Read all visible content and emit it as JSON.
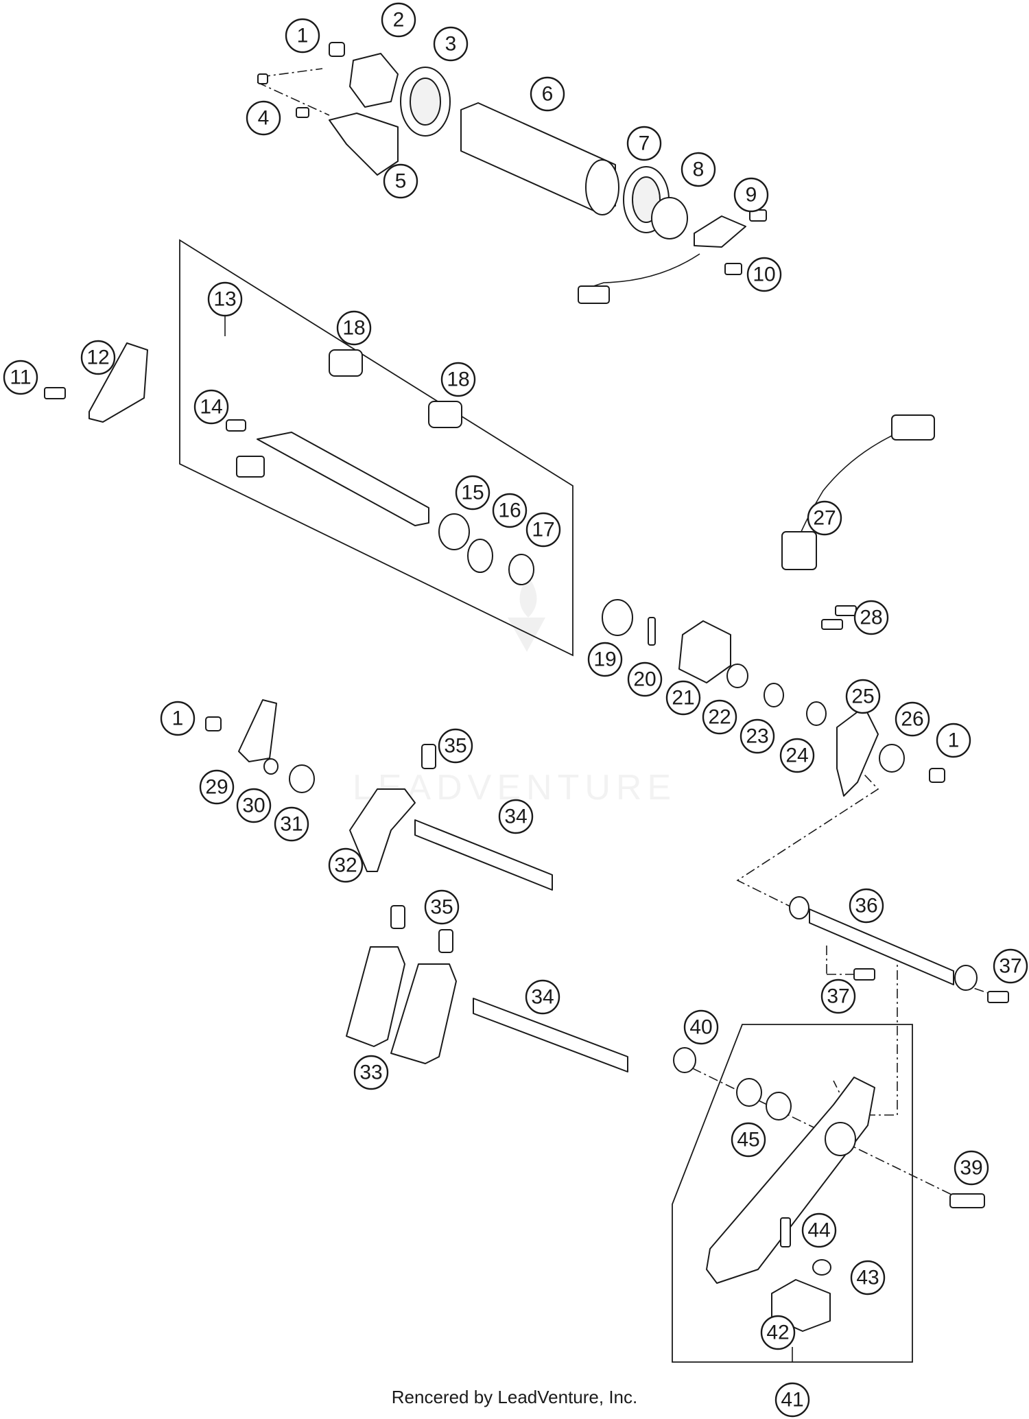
{
  "watermark": {
    "text": "LEADVENTURE"
  },
  "credit": "Rencered by LeadVenture, Inc.",
  "callouts": [
    "1",
    "2",
    "3",
    "4",
    "5",
    "6",
    "7",
    "8",
    "9",
    "10",
    "11",
    "12",
    "13",
    "14",
    "15",
    "16",
    "17",
    "18",
    "18",
    "19",
    "20",
    "21",
    "22",
    "23",
    "24",
    "25",
    "26",
    "1",
    "27",
    "28",
    "1",
    "29",
    "30",
    "31",
    "32",
    "35",
    "34",
    "35",
    "33",
    "34",
    "36",
    "37",
    "37",
    "40",
    "45",
    "39",
    "44",
    "43",
    "42",
    "41"
  ]
}
